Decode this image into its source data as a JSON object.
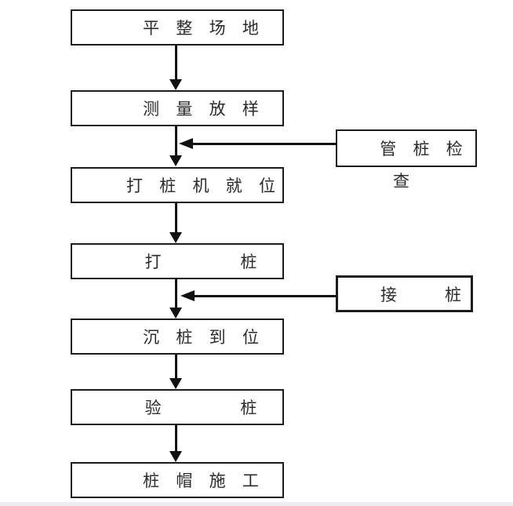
{
  "flow": {
    "steps": [
      {
        "label": "平 整 场 地"
      },
      {
        "label": "测 量 放 样"
      },
      {
        "label": "打 桩 机 就 位"
      },
      {
        "label": "打       桩"
      },
      {
        "label": "沉 桩 到 位"
      },
      {
        "label": "验       桩"
      },
      {
        "label": "桩 帽 施 工"
      }
    ],
    "side_boxes": [
      {
        "line1": "管 桩 检",
        "line2": "查"
      },
      {
        "label": "接    桩"
      }
    ]
  },
  "colors": {
    "line": "#111111",
    "box_border": "#1c1c1c",
    "text": "#2b2b2b",
    "background": "#ffffff",
    "bottom_strip": "#eceeef"
  }
}
